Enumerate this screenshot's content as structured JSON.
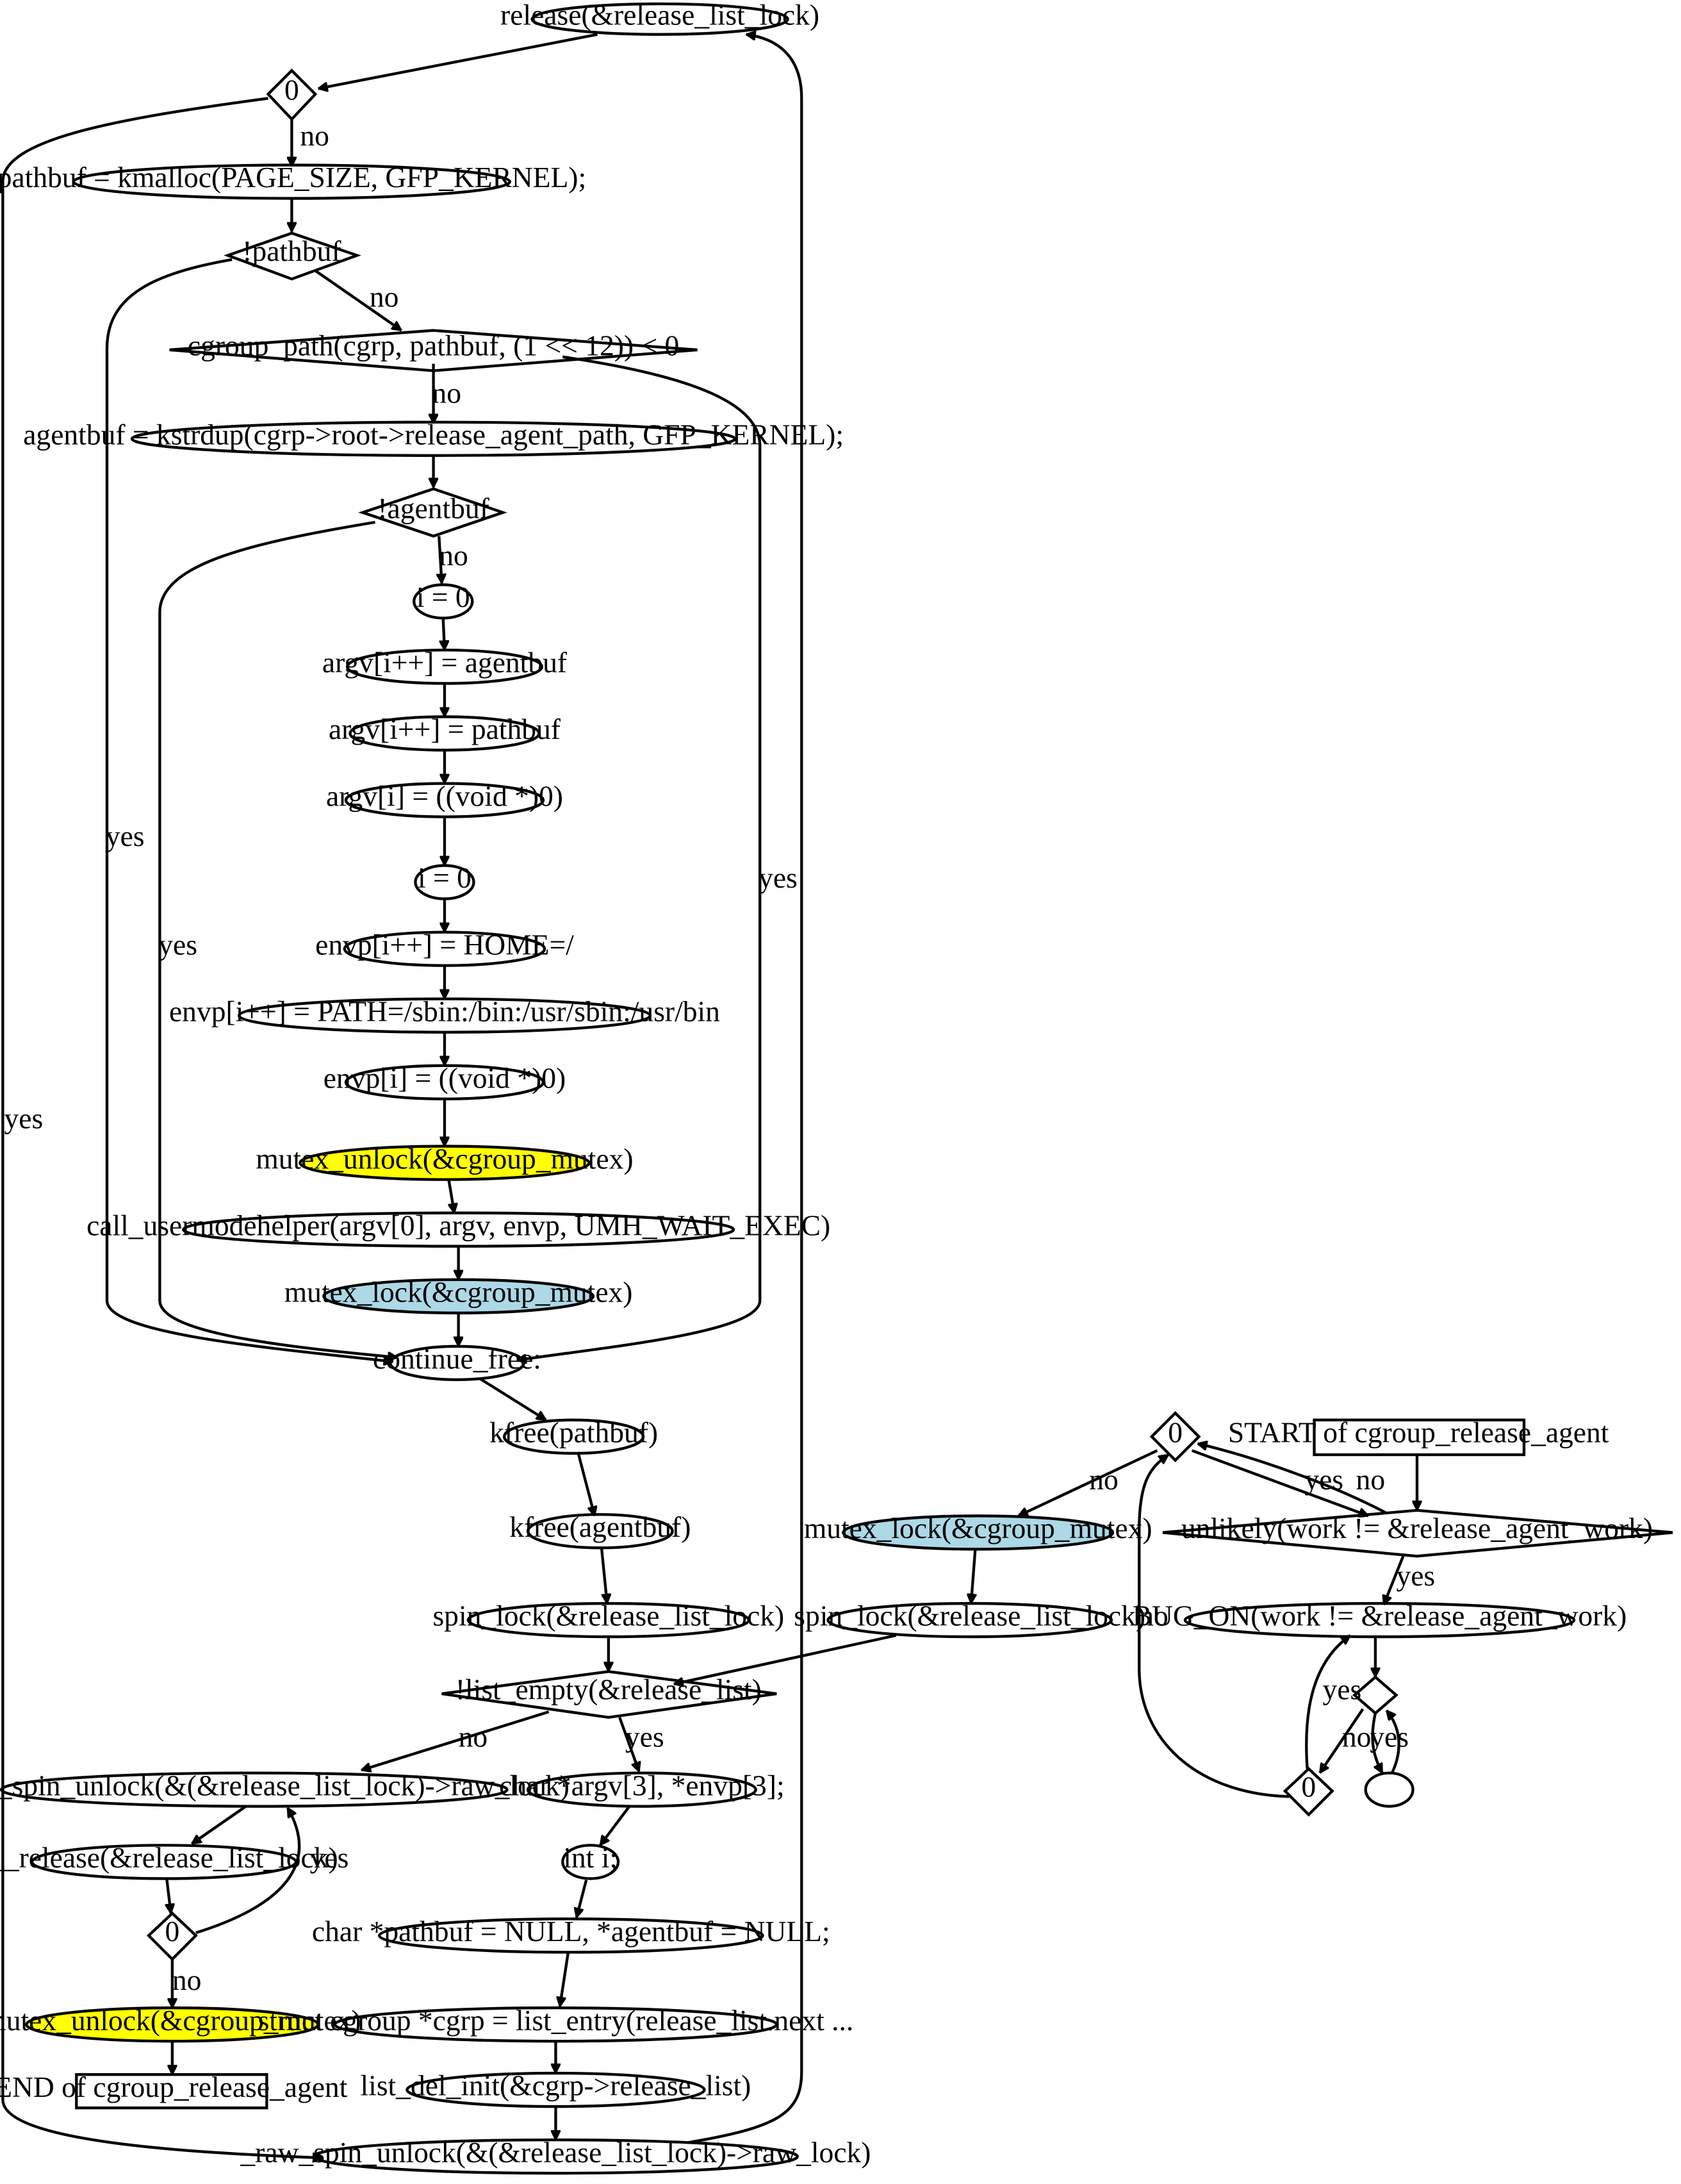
{
  "nodes": {
    "release_lock_top": "release(&release_list_lock)",
    "zero_1": "0",
    "pathbuf_alloc": "pathbuf = kmalloc(PAGE_SIZE, GFP_KERNEL);",
    "not_pathbuf": "!pathbuf",
    "cgroup_path_check": "cgroup_path(cgrp, pathbuf, (1 << 12)) < 0",
    "agentbuf_dup": "agentbuf = kstrdup(cgrp->root->release_agent_path, GFP_KERNEL);",
    "not_agentbuf": "!agentbuf",
    "i_zero_1": "i = 0",
    "argv_agentbuf": "argv[i++] = agentbuf",
    "argv_pathbuf": "argv[i++] = pathbuf",
    "argv_null": "argv[i] = ((void *)0)",
    "i_zero_2": "i = 0",
    "envp_home": "envp[i++] = HOME=/",
    "envp_path": "envp[i++] = PATH=/sbin:/bin:/usr/sbin:/usr/bin",
    "envp_null": "envp[i] = ((void *)0)",
    "mutex_unlock_1": "mutex_unlock(&cgroup_mutex)",
    "call_usermodehelper": "call_usermodehelper(argv[0], argv, envp, UMH_WAIT_EXEC)",
    "mutex_lock_1": "mutex_lock(&cgroup_mutex)",
    "continue_free": "continue_free:",
    "kfree_pathbuf": "kfree(pathbuf)",
    "kfree_agentbuf": "kfree(agentbuf)",
    "spin_lock_1": "spin_lock(&release_list_lock)",
    "list_empty_check": "!list_empty(&release_list)",
    "raw_unlock_1": "_raw_spin_unlock(&(&release_list_lock)->raw_lock)",
    "release_lock_2": "__release(&release_list_lock)",
    "zero_2": "0",
    "mutex_unlock_2": "mutex_unlock(&cgroup_mutex)",
    "end": "END of cgroup_release_agent",
    "char_argv": "char *argv[3], *envp[3];",
    "int_i": "int i;",
    "char_pathbuf": "char *pathbuf = NULL, *agentbuf = NULL;",
    "struct_cgrp": "struct cgroup *cgrp = list_entry(release_list.next ...",
    "list_del": "list_del_init(&cgrp->release_list)",
    "raw_unlock_2": "_raw_spin_unlock(&(&release_list_lock)->raw_lock)",
    "zero_3": "0",
    "start": "START of cgroup_release_agent",
    "mutex_lock_2": "mutex_lock(&cgroup_mutex)",
    "unlikely_check": "unlikely(work != &release_agent_work)",
    "spin_lock_2": "spin_lock(&release_list_lock)",
    "bug_on": "BUG_ON(work != &release_agent_work)",
    "small_diamond": "",
    "zero_4": "0",
    "empty_ellipse": ""
  },
  "edge_labels": {
    "no": "no",
    "yes": "yes"
  },
  "colors": {
    "highlight_yellow": "#ffff00",
    "highlight_blue": "#add8e6"
  }
}
